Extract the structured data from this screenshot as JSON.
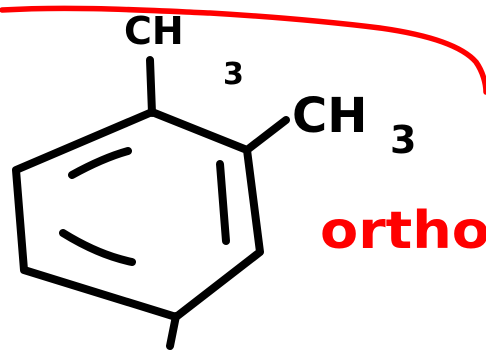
{
  "colors": {
    "ink": "#000000",
    "annotation": "#ff0000",
    "background": "#ffffff"
  },
  "labels": {
    "top_substituent": {
      "main": "CH",
      "subscript": "3"
    },
    "side_substituent": {
      "main": "CH",
      "subscript": "3"
    },
    "annotation": "ortho"
  }
}
